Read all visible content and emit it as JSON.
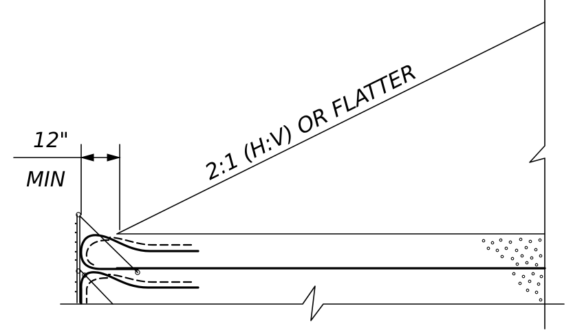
{
  "dimension": {
    "value": "12\"",
    "qualifier": "MIN"
  },
  "slope_label": "2:1 (H:V) OR FLATTER"
}
